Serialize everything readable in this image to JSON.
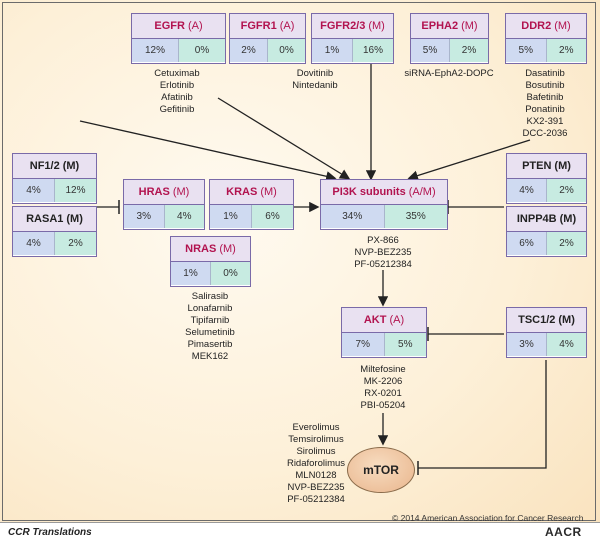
{
  "genes": {
    "egfr": {
      "name": "EGFR",
      "type": "(A)",
      "v1": "12%",
      "v2": "0%"
    },
    "fgfr1": {
      "name": "FGFR1",
      "type": "(A)",
      "v1": "2%",
      "v2": "0%"
    },
    "fgfr23": {
      "name": "FGFR2/3",
      "type": "(M)",
      "v1": "1%",
      "v2": "16%"
    },
    "epha2": {
      "name": "EPHA2",
      "type": "(M)",
      "v1": "5%",
      "v2": "2%"
    },
    "ddr2": {
      "name": "DDR2",
      "type": "(M)",
      "v1": "5%",
      "v2": "2%"
    },
    "nf12": {
      "name": "NF1/2",
      "type": "(M)",
      "v1": "4%",
      "v2": "12%"
    },
    "rasa1": {
      "name": "RASA1",
      "type": "(M)",
      "v1": "4%",
      "v2": "2%"
    },
    "hras": {
      "name": "HRAS",
      "type": "(M)",
      "v1": "3%",
      "v2": "4%"
    },
    "kras": {
      "name": "KRAS",
      "type": "(M)",
      "v1": "1%",
      "v2": "6%"
    },
    "nras": {
      "name": "NRAS",
      "type": "(M)",
      "v1": "1%",
      "v2": "0%"
    },
    "pi3k": {
      "name": "PI3K subunits",
      "type": "(A/M)",
      "v1": "34%",
      "v2": "35%"
    },
    "pten": {
      "name": "PTEN",
      "type": "(M)",
      "v1": "4%",
      "v2": "2%"
    },
    "inpp4b": {
      "name": "INPP4B",
      "type": "(M)",
      "v1": "6%",
      "v2": "2%"
    },
    "akt": {
      "name": "AKT",
      "type": "(A)",
      "v1": "7%",
      "v2": "5%"
    },
    "tsc12": {
      "name": "TSC1/2",
      "type": "(M)",
      "v1": "3%",
      "v2": "4%"
    }
  },
  "drugs": {
    "egfr": [
      "Cetuximab",
      "Erlotinib",
      "Afatinib",
      "Gefitinib"
    ],
    "fgfr": [
      "Dovitinib",
      "Nintedanib"
    ],
    "epha2": [
      "siRNA-EphA2-DOPC"
    ],
    "ddr2": [
      "Dasatinib",
      "Bosutinib",
      "Bafetinib",
      "Ponatinib",
      "KX2-391",
      "DCC-2036"
    ],
    "ras": [
      "Salirasib",
      "Lonafarnib",
      "Tipifarnib",
      "Selumetinib",
      "Pimasertib",
      "MEK162"
    ],
    "pi3k": [
      "PX-866",
      "NVP-BEZ235",
      "PF-05212384"
    ],
    "akt": [
      "Miltefosine",
      "MK-2206",
      "RX-0201",
      "PBI-05204"
    ],
    "mtor": [
      "Everolimus",
      "Temsirolimus",
      "Sirolimus",
      "Ridaforolimus",
      "MLN0128",
      "NVP-BEZ235",
      "PF-05212384"
    ]
  },
  "mtor_label": "mTOR",
  "copyright": "© 2014 American Association for Cancer Research",
  "footer_left": "CCR Translations",
  "footer_logo": "AACR",
  "colors": {
    "gene_name": "#b2134f",
    "cell_blue": "#cfdaf1",
    "cell_teal": "#c7ebe1",
    "header": "#e9e1f1"
  }
}
